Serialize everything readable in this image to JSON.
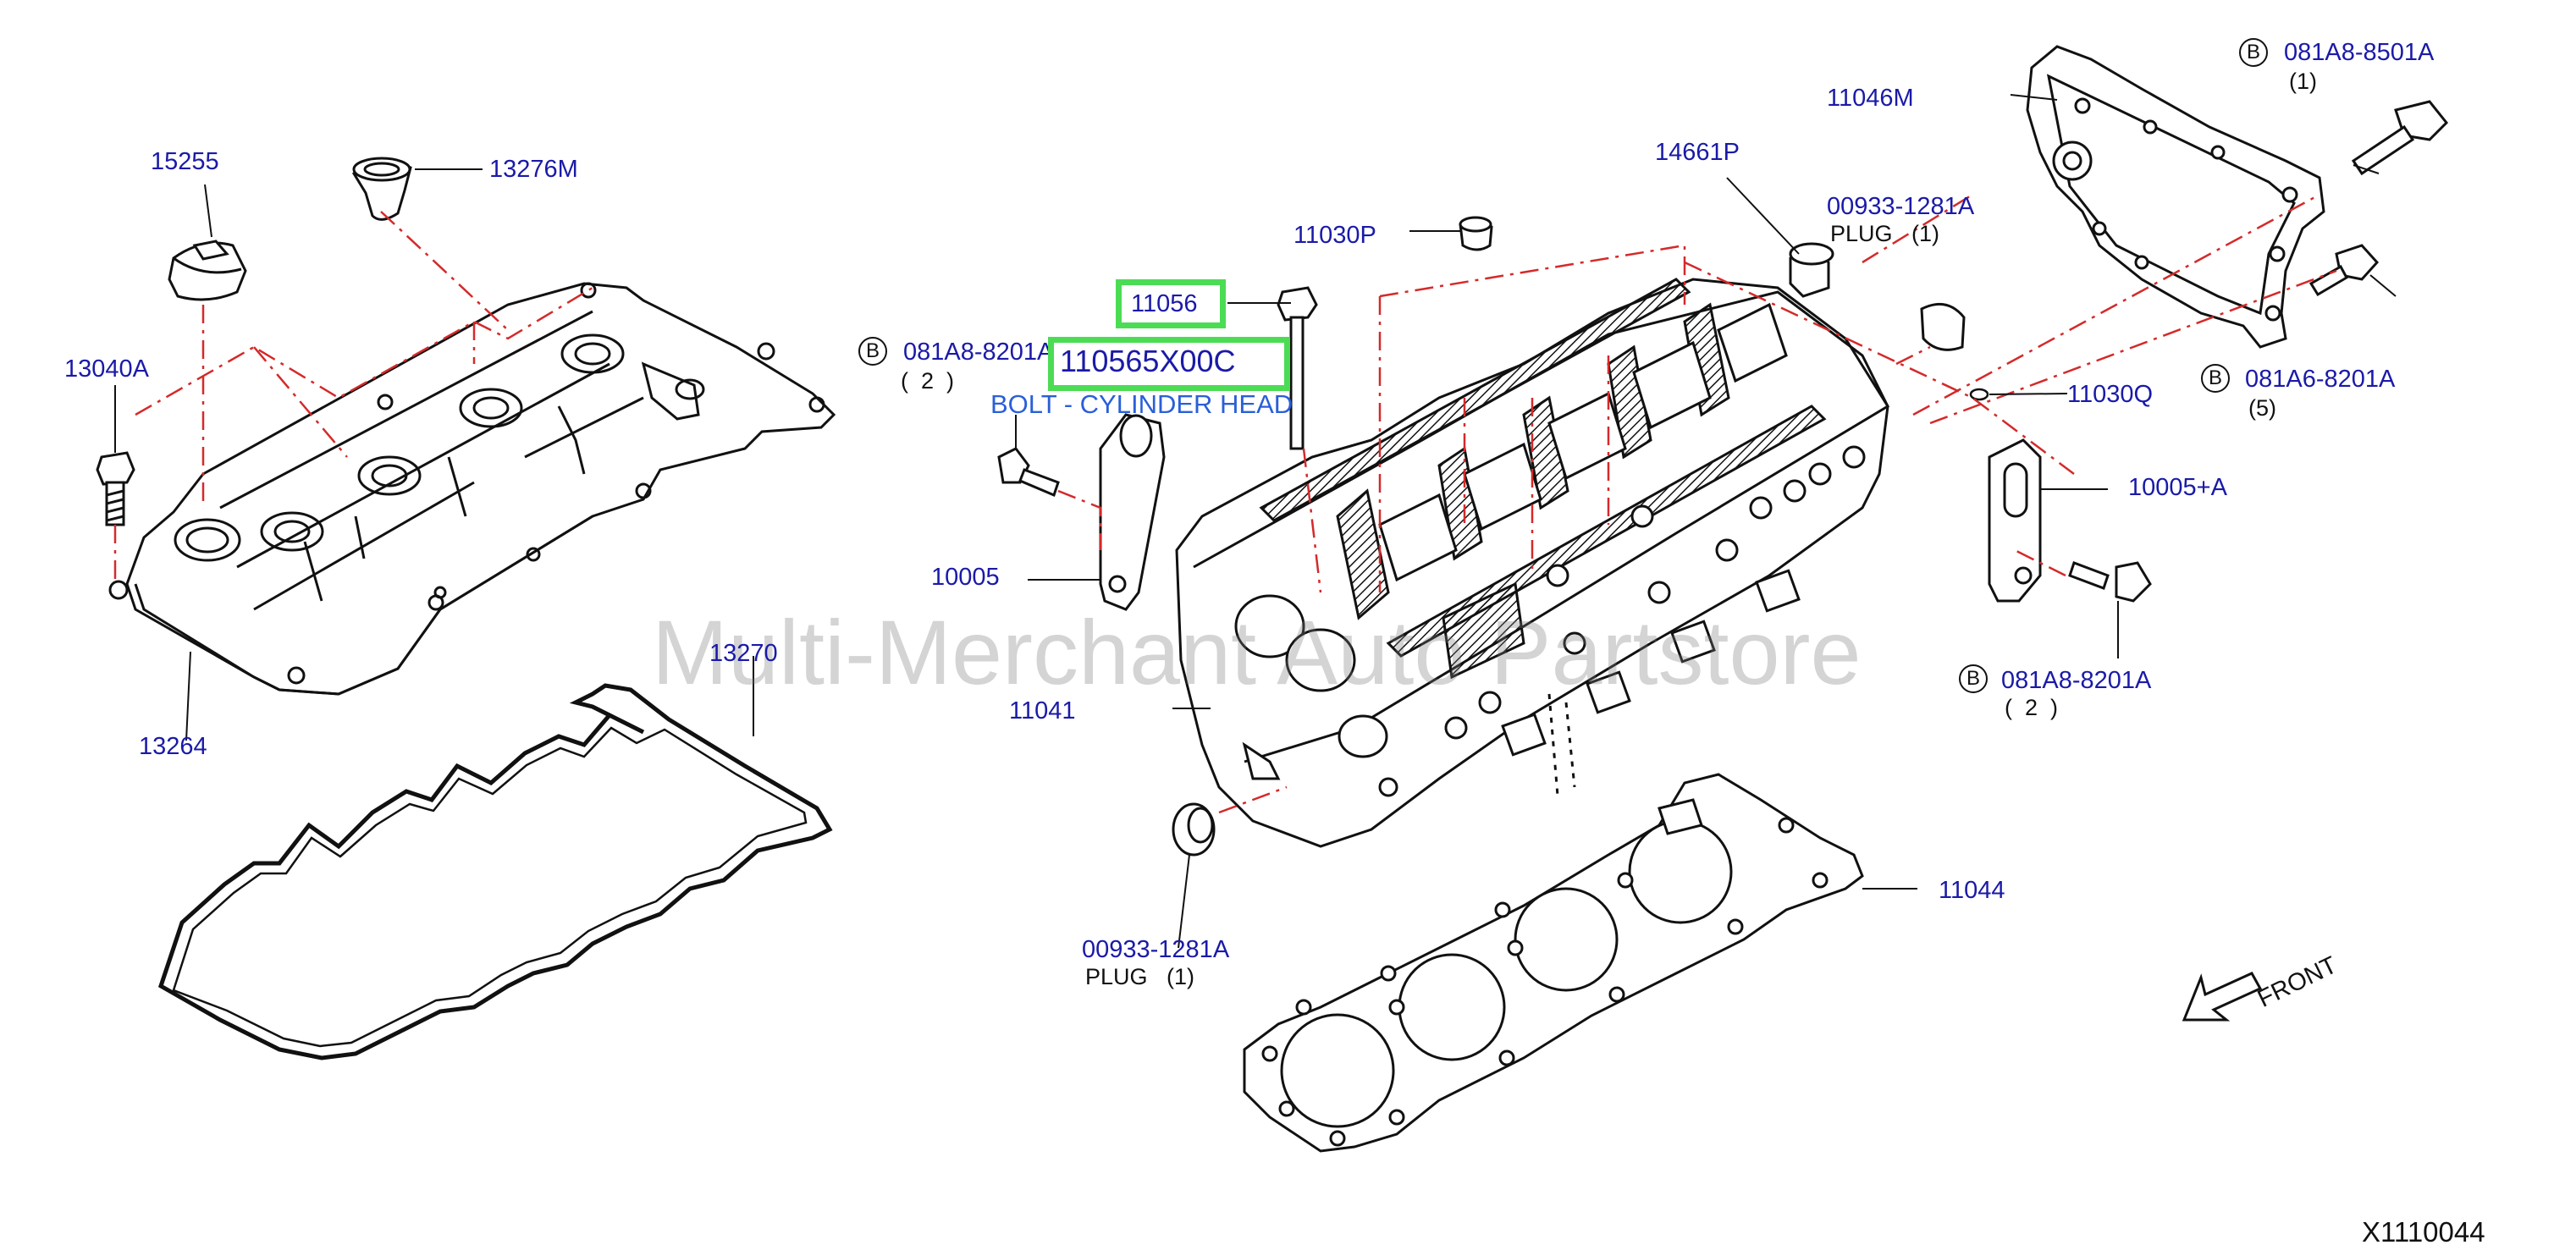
{
  "diagram_code": "X1110044",
  "watermark": "Multi-Merchant Auto Partstore",
  "front_label": "FRONT",
  "highlight": {
    "part": "11056",
    "sub_part": "110565X00C",
    "description": "BOLT - CYLINDER HEAD"
  },
  "callouts": {
    "p15255": "15255",
    "p13276m": "13276M",
    "p13040a": "13040A",
    "p13264": "13264",
    "p13270": "13270",
    "p081a88201a_left": "081A8-8201A",
    "p081a88201a_left_qty": "(  2  )",
    "p10005": "10005",
    "p11041": "11041",
    "p11030p": "11030P",
    "p14661p": "14661P",
    "p00933_top": "00933-1281A",
    "p00933_top_plug": "PLUG   (1)",
    "p11046m": "11046M",
    "p081a88501a": "081A8-8501A",
    "p081a88501a_qty": "(1)",
    "p11030q": "11030Q",
    "p081a68201a": "081A6-8201A",
    "p081a68201a_qty": "(5)",
    "p10005a": "10005+A",
    "p081a88201a_right": "081A8-8201A",
    "p081a88201a_right_qty": "(  2  )",
    "p11044": "11044",
    "p00933_bottom": "00933-1281A",
    "p00933_bottom_plug": "PLUG   (1)"
  },
  "bubble_letter": "B",
  "colors": {
    "callout_text": "#1a1aa8",
    "highlight_border": "#4cdc54",
    "description_text": "#2a5fd8",
    "leader_dash": "#d42a2a",
    "line_art": "#111111"
  }
}
